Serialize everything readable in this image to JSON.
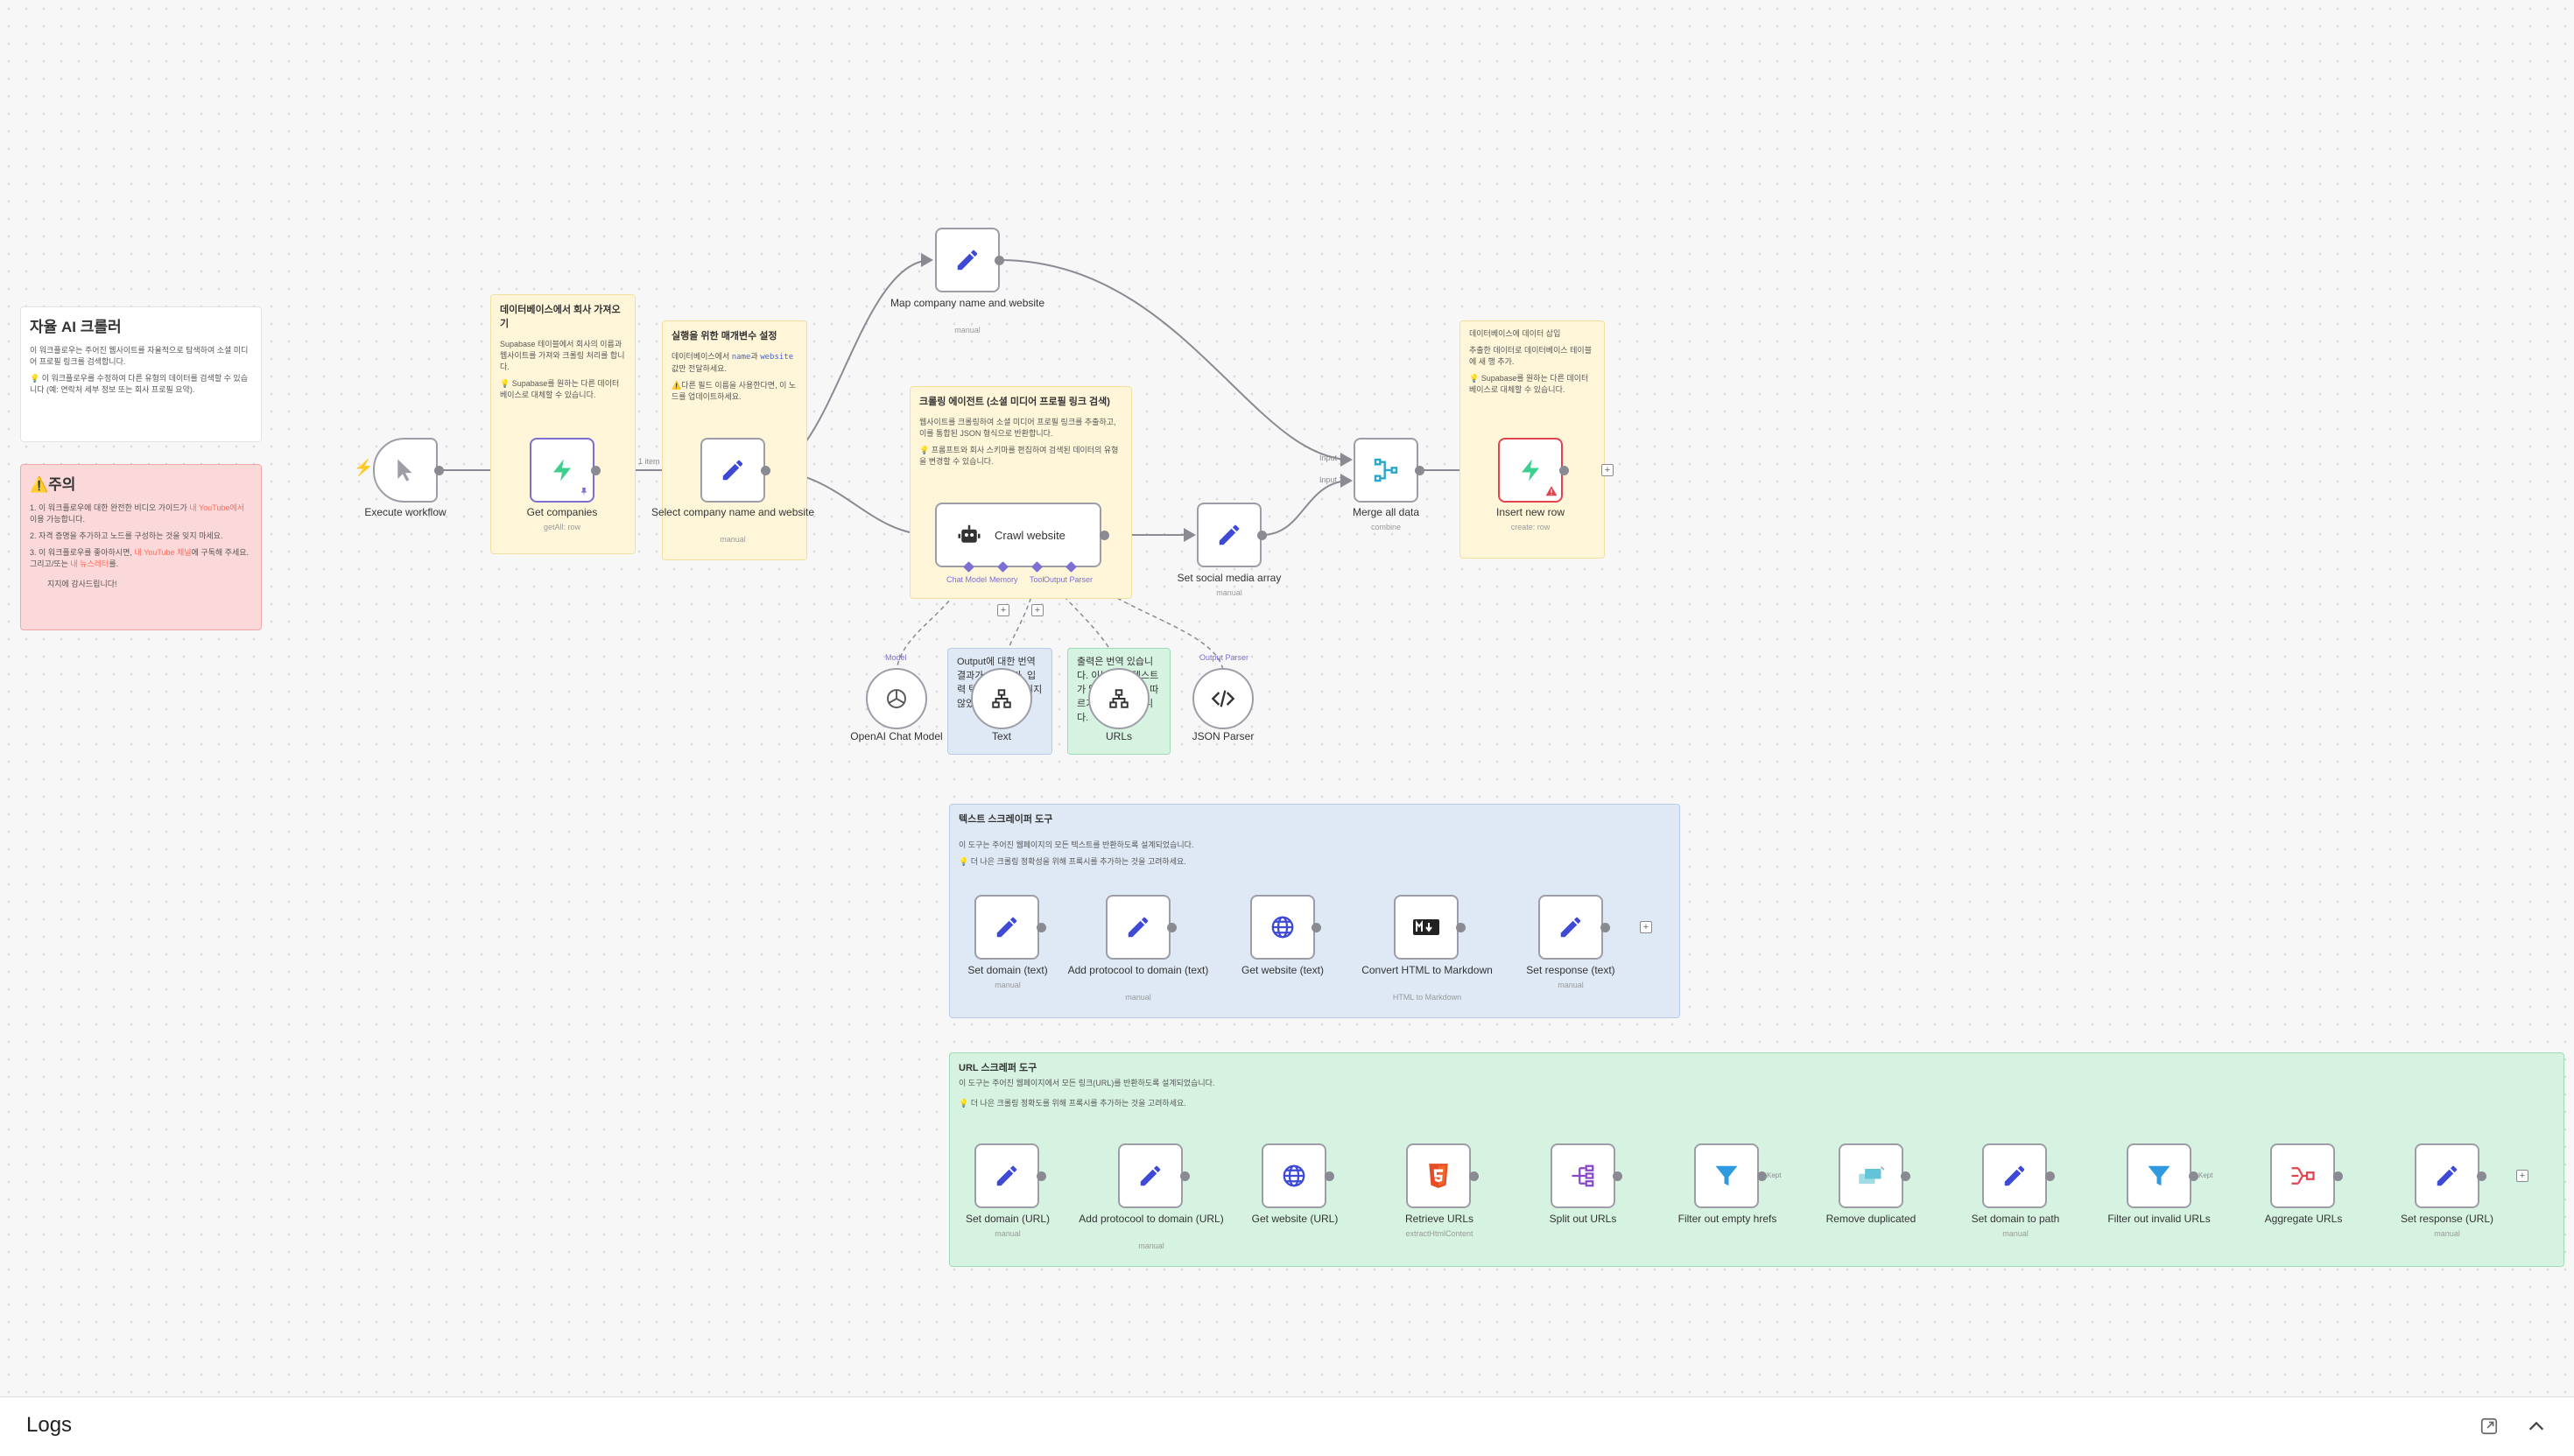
{
  "stickies": {
    "intro": {
      "title": "자율 AI 크롤러",
      "line1": "이 워크플로우는 주어진 웹사이트를 자율적으로 탐색하여 소셜 미디어 프로필 링크를 검색합니다.",
      "line2": "💡 이 워크플로우를 수정하여 다른 유형의 데이터를 검색할 수 있습니다 (예: 연락처 세부 정보 또는 회사 프로필 요약)."
    },
    "warning": {
      "title": "⚠️주의",
      "item1_pre": "1. 이 워크플로우에 대한 완전한 비디오 가이드가 ",
      "item1_link": "내 YouTube에서",
      "item1_post": " 이용 가능합니다.",
      "item2": "2. 자격 증명을 추가하고 노드를 구성하는 것을 잊지 마세요.",
      "item3_pre": "3. 이 워크플로우를 좋아하시면, ",
      "item3_link": "내 YouTube 채널",
      "item3_mid": "에 구독해 주세요. 그리고/또는 ",
      "item3_link2": "내 뉴스레터",
      "item3_post": "를.",
      "thanks": "지지에 감사드립니다!"
    },
    "fetch": {
      "title": "데이터베이스에서 회사 가져오기",
      "line1": "Supabase 테이블에서 회사의 이름과 웹사이트를 가져와 크롤링 처리를 합니다.",
      "line2": "💡 Supabase를 원하는 다른 데이터베이스로 대체할 수 있습니다."
    },
    "params": {
      "title": "실행을 위한 매개변수 설정",
      "line1_pre": "데이터베이스에서 ",
      "line1_name": "name",
      "line1_mid": "과 ",
      "line1_site": "website",
      "line1_post": " 값만 전달하세요.",
      "line2": "⚠️다른 필드 이름을 사용한다면, 이 노드를 업데이트하세요."
    },
    "crawl": {
      "title": "크롤링 에이전트 (소셜 미디어 프로필 링크 검색)",
      "line1": "웹사이트를 크롤링하여 소셜 미디어 프로필 링크를 추출하고, 이를 통합된 JSON 형식으로 반환합니다.",
      "line2": "💡 프롬프트와 회사 스키마를 편집하여 검색된 데이터의 유형을 변경할 수 있습니다."
    },
    "insert": {
      "title": "데이터베이스에 데이터 삽입",
      "line1": "추출한 데이터로 데이터베이스 테이블에 새 행 추가.",
      "line2": "💡 Supabase를 원하는 다른 데이터베이스로 대체할 수 있습니다."
    },
    "textTool": {
      "title": "Output에 대한 번역 결과가 있습니다. 입력 텍스트를 공유되지 않았습니다."
    },
    "urlTool": {
      "title": "출력은 번역 있습니다. 이는 번역 텍스트가 없습니다. 이는 따르기 위해 응답입니다."
    },
    "textScraper": {
      "title": "텍스트 스크레이퍼 도구",
      "line1": "이 도구는 주어진 웹페이지의 모든 텍스트를 반환하도록 설계되었습니다.",
      "line2": "💡 더 나은 크롤링 정확성을 위해 프록시를 추가하는 것을 고려하세요."
    },
    "urlScraper": {
      "title": "URL 스크레퍼 도구",
      "line1": "이 도구는 주어진 웹페이지에서 모든 링크(URL)를 반환하도록 설계되었습니다.",
      "line2": "💡 더 나은 크롤링 정확도를 위해 프록시를 추가하는 것을 고려하세요."
    }
  },
  "nodes": {
    "execute": {
      "label": "Execute workflow",
      "sub": ""
    },
    "getCompanies": {
      "label": "Get companies",
      "sub": "getAll: row"
    },
    "selectCompany": {
      "label": "Select company name and website",
      "sub": "manual"
    },
    "mapCompany": {
      "label": "Map company name and website",
      "sub": "manual"
    },
    "crawl": {
      "label": "Crawl website",
      "sub": ""
    },
    "setSocial": {
      "label": "Set social media array",
      "sub": "manual"
    },
    "merge": {
      "label": "Merge all data",
      "sub": "combine"
    },
    "insert": {
      "label": "Insert new row",
      "sub": "create: row"
    },
    "openai": {
      "label": "OpenAI Chat Model"
    },
    "text": {
      "label": "Text"
    },
    "urls": {
      "label": "URLs"
    },
    "jsonParser": {
      "label": "JSON Parser"
    },
    "t1": {
      "label": "Set domain (text)",
      "sub": "manual"
    },
    "t2": {
      "label": "Add protocool to domain (text)",
      "sub": "manual"
    },
    "t3": {
      "label": "Get website (text)",
      "sub": ""
    },
    "t4": {
      "label": "Convert HTML to Markdown",
      "sub": "HTML to Markdown"
    },
    "t5": {
      "label": "Set response (text)",
      "sub": "manual"
    },
    "u1": {
      "label": "Set domain (URL)",
      "sub": "manual"
    },
    "u2": {
      "label": "Add protocool to domain (URL)",
      "sub": "manual"
    },
    "u3": {
      "label": "Get website (URL)",
      "sub": ""
    },
    "u4": {
      "label": "Retrieve URLs",
      "sub": "extractHtmlContent"
    },
    "u5": {
      "label": "Split out URLs",
      "sub": ""
    },
    "u6": {
      "label": "Filter out empty hrefs",
      "sub": ""
    },
    "u7": {
      "label": "Remove duplicated",
      "sub": ""
    },
    "u8": {
      "label": "Set domain to path",
      "sub": "manual"
    },
    "u9": {
      "label": "Filter out invalid URLs",
      "sub": ""
    },
    "u10": {
      "label": "Aggregate URLs",
      "sub": ""
    },
    "u11": {
      "label": "Set response (URL)",
      "sub": "manual"
    }
  },
  "edge_labels": {
    "one_item": "1 item",
    "input1": "Input 1",
    "input2": "Input 2",
    "kept1": "Kept",
    "kept2": "Kept"
  },
  "ports": {
    "chat_model": "Chat Model",
    "memory": "Memory",
    "tool": "Tool",
    "output_parser": "Output Parser",
    "model": "Model",
    "output_parser2": "Output Parser"
  },
  "logs": {
    "title": "Logs"
  },
  "icons": [
    "lightning-icon",
    "cursor-icon",
    "supabase-icon",
    "pin-icon",
    "pencil-icon",
    "robot-icon",
    "merge-icon",
    "warning-icon",
    "openai-icon",
    "tool-network-icon",
    "code-icon",
    "globe-icon",
    "markdown-icon",
    "html5-icon",
    "split-icon",
    "filter-icon",
    "dedupe-icon",
    "aggregate-icon",
    "plus-icon",
    "popout-icon",
    "chevron-up-icon"
  ],
  "colors": {
    "accent_purple": "#3e49d6",
    "supabase_green": "#3ecf8e",
    "warning_red": "#e3434d",
    "trigger_orange": "#ff6d5a"
  }
}
